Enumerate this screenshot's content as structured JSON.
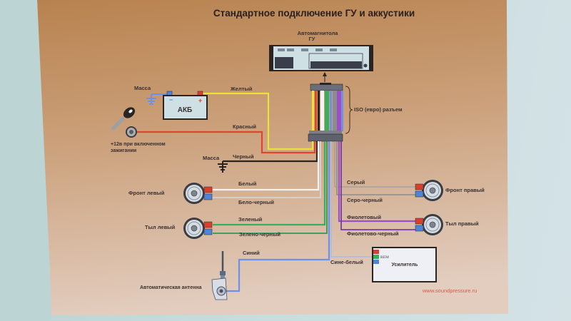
{
  "diagram": {
    "title": "Стандартное подключение ГУ и аккустики",
    "head_unit": {
      "label_line1": "Автомагнитола",
      "label_line2": "ГУ"
    },
    "connector_label": "ISO (евро) разъем",
    "battery": {
      "label": "АКБ",
      "minus": "−",
      "plus": "+"
    },
    "ground_labels": {
      "battery_ground": "Масса",
      "black_ground": "Масса"
    },
    "ignition_label_line1": "+12в при включенном",
    "ignition_label_line2": "зажигании",
    "wires": {
      "yellow": "Желтый",
      "red": "Красный",
      "black": "Черный",
      "white": "Белый",
      "white_black": "Бело-черный",
      "green": "Зеленый",
      "green_black": "Зелено-черный",
      "gray": "Серый",
      "gray_black": "Серо-черный",
      "violet": "Фиолетовый",
      "violet_black": "Фиолетово-черный",
      "blue": "Синий",
      "blue_white": "Сине-белый"
    },
    "speakers": {
      "front_left": "Фронт левый",
      "rear_left": "Тыл левый",
      "front_right": "Фронт правый",
      "rear_right": "Тыл правый"
    },
    "antenna_label": "Автоматическая антенна",
    "amplifier": {
      "label": "Усилитель",
      "rem": "REM"
    },
    "watermark": "www.soundpressure.ru"
  },
  "colors": {
    "yellow": "#e8e23a",
    "red": "#e0452e",
    "black": "#2a2422",
    "white": "#f4f4f4",
    "green": "#3aae5c",
    "gray": "#8c8c8c",
    "violet": "#9a4fc4",
    "blue": "#6d90e8",
    "terminal_plus": "#d8402e",
    "terminal_minus": "#4f84d8"
  }
}
